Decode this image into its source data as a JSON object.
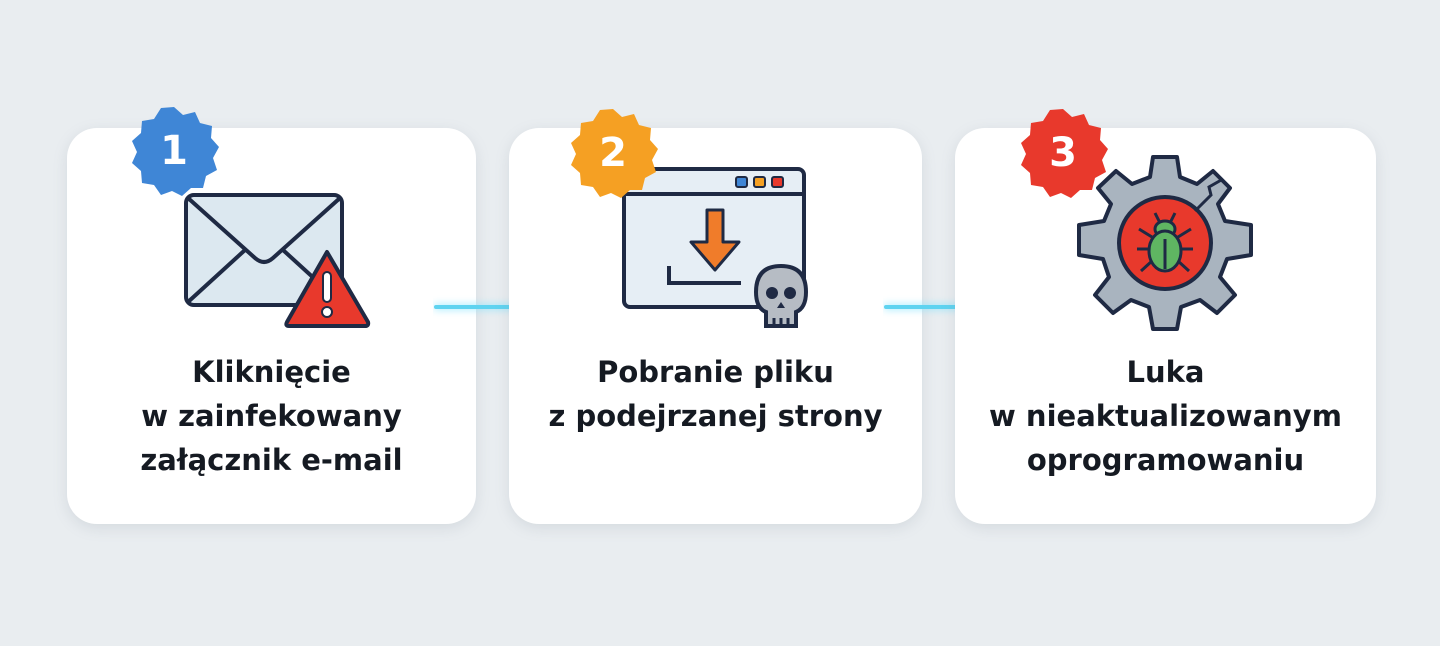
{
  "steps": [
    {
      "number": "1",
      "color": "#3f86d6",
      "lines": [
        "Kliknięcie",
        "w zainfekowany",
        "załącznik e-mail"
      ]
    },
    {
      "number": "2",
      "color": "#f5a023",
      "lines": [
        "Pobranie pliku",
        "z podejrzanej strony"
      ]
    },
    {
      "number": "3",
      "color": "#e8392c",
      "lines": [
        "Luka",
        "w nieaktualizowanym",
        "oprogramowaniu"
      ]
    }
  ],
  "arrow_color": "#5fd3f0"
}
